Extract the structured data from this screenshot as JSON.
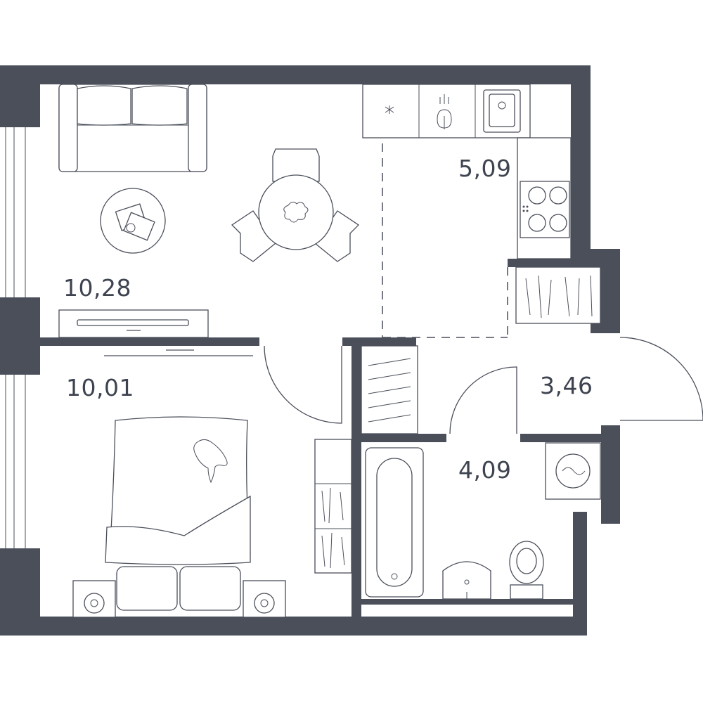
{
  "rooms": [
    {
      "id": "living",
      "area": "10,28"
    },
    {
      "id": "kitchen",
      "area": "5,09"
    },
    {
      "id": "bedroom",
      "area": "10,01"
    },
    {
      "id": "hall",
      "area": "3,46"
    },
    {
      "id": "bathroom",
      "area": "4,09"
    }
  ],
  "colors": {
    "wall": "#4a4f5a",
    "text": "#3e4350",
    "background": "#ffffff"
  }
}
